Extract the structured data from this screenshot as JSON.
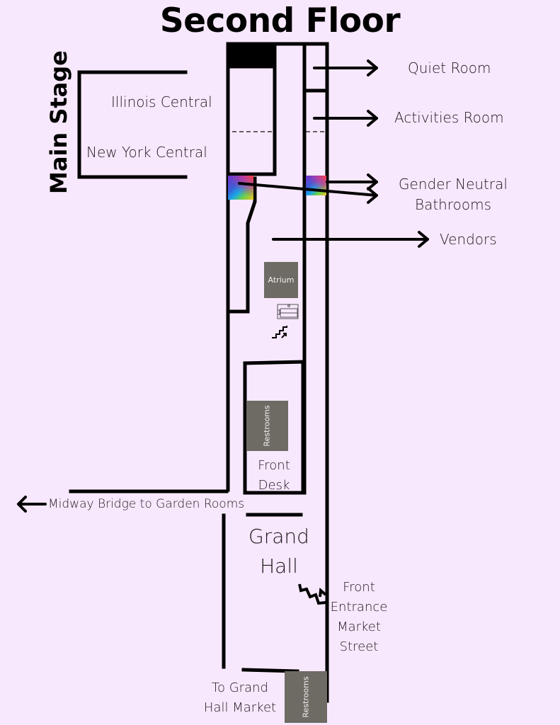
{
  "title": "Second Floor",
  "colors": {
    "background": "#f8e8fd",
    "wall": "#000000",
    "room_box": "#6e6a64",
    "box_text": "#f4f0f0"
  },
  "main_stage": {
    "label": "Main Stage",
    "rooms": [
      "Illinois Central",
      "New York Central"
    ]
  },
  "right_labels": {
    "quiet_room": "Quiet Room",
    "activities_room": "Activities Room",
    "gender_neutral_line1": "Gender Neutral",
    "gender_neutral_line2": "Bathrooms",
    "vendors": "Vendors"
  },
  "atrium": {
    "label": "Atrium",
    "elevator_icon": "elevator-icon",
    "stairs_icon": "stairs-up-icon"
  },
  "restrooms_upper": {
    "label": "Restrooms"
  },
  "front_desk": {
    "line1": "Front",
    "line2": "Desk"
  },
  "midway": {
    "label": "Midway Bridge to Garden Rooms",
    "icon": "arrow-left-icon"
  },
  "grand_hall": {
    "line1": "Grand",
    "line2": "Hall"
  },
  "front_entrance": {
    "line1": "Front",
    "line2": "Entrance",
    "line3": "Market",
    "line4": "Street"
  },
  "grand_hall_market": {
    "line1": "To Grand",
    "line2": "Hall Market"
  },
  "restrooms_lower": {
    "label": "Restrooms"
  }
}
